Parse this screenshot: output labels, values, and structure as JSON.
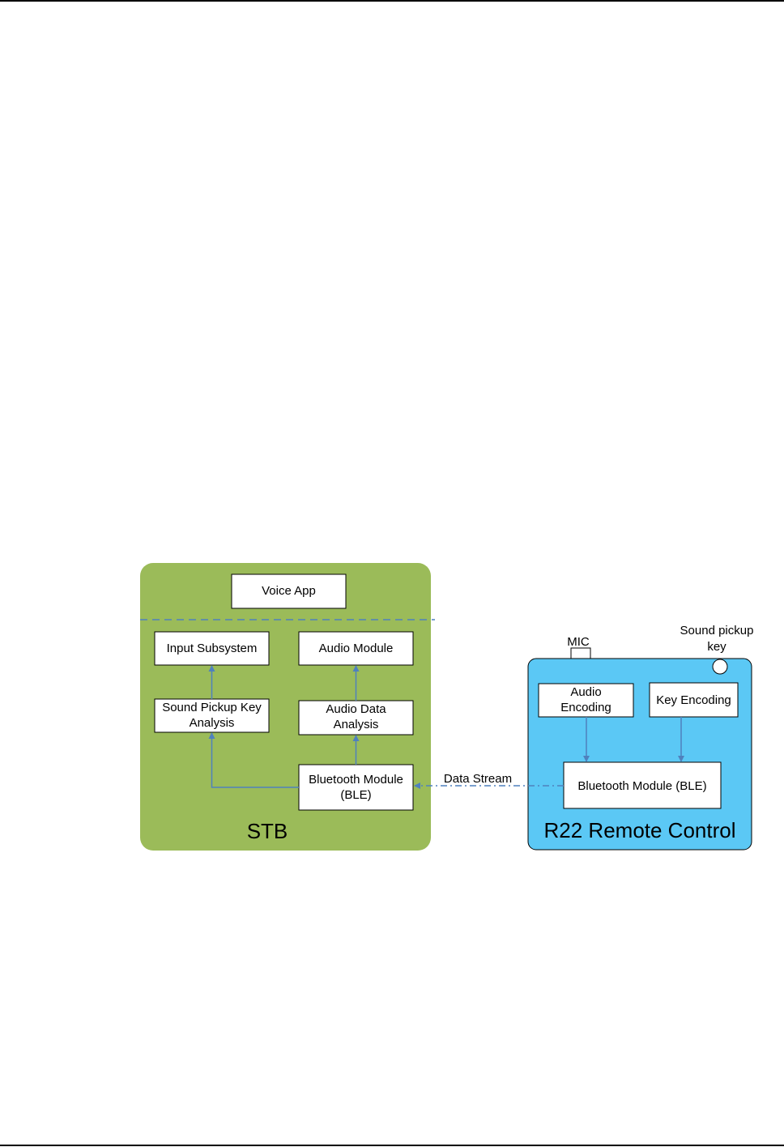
{
  "stb": {
    "title": "STB",
    "voice_app": "Voice App",
    "input_subsystem": "Input Subsystem",
    "audio_module": "Audio Module",
    "sound_pickup_key_analysis": [
      "Sound Pickup Key",
      "Analysis"
    ],
    "audio_data_analysis": [
      "Audio Data",
      "Analysis"
    ],
    "bluetooth_module": [
      "Bluetooth Module",
      "(BLE)"
    ]
  },
  "remote": {
    "title": "R22 Remote Control",
    "mic_label": "MIC",
    "sound_pickup_key_label": [
      "Sound pickup",
      "key"
    ],
    "audio_encoding": [
      "Audio",
      "Encoding"
    ],
    "key_encoding": "Key Encoding",
    "bluetooth_module": "Bluetooth Module (BLE)"
  },
  "connection": {
    "label": "Data Stream"
  },
  "colors": {
    "stb_fill": "#9bbb59",
    "remote_fill": "#5bc8f5",
    "arrow": "#4f81bd"
  }
}
